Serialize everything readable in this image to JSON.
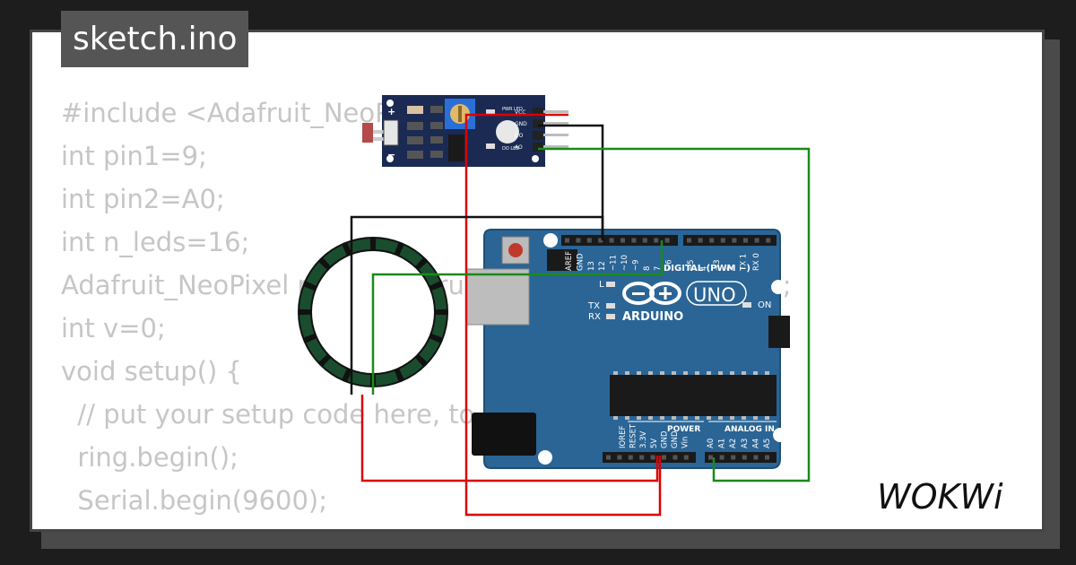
{
  "sketch_title": "sketch.ino",
  "code_lines": [
    "#include <Adafruit_NeoPixel.h>",
    "int pin1=9;",
    "int pin2=A0;",
    "int n_leds=16;",
    "Adafruit_NeoPixel ring= Adafruit_NeoPixel(n_leds, pin1);",
    "int v=0;",
    "void setup() {",
    "  // put your setup code here, to run once:",
    "  ring.begin();",
    "  Serial.begin(9600);",
    "}"
  ],
  "sensor": {
    "plus": "+",
    "minus": "−",
    "pwr_led": "PWR LED",
    "do_led": "DO LED",
    "pins": [
      "VCC",
      "GND",
      "DO",
      "AO"
    ]
  },
  "arduino": {
    "model": "UNO",
    "brand": "ARDUINO",
    "digital_label": "DIGITAL (PWM ~)",
    "power_label": "POWER",
    "analog_label": "ANALOG IN",
    "on_label": "ON",
    "l_label": "L",
    "tx_label": "TX",
    "rx_label": "RX",
    "top_pins": [
      "AREF",
      "GND",
      "13",
      "12",
      "~11",
      "~10",
      "~9",
      "8",
      "7",
      "~6",
      "~5",
      "4",
      "~3",
      "2",
      "TX 1",
      "RX 0"
    ],
    "power_pins": [
      "IOREF",
      "RESET",
      "3.3V",
      "5V",
      "GND",
      "GND",
      "Vin"
    ],
    "analog_pins": [
      "A0",
      "A1",
      "A2",
      "A3",
      "A4",
      "A5"
    ]
  },
  "logo_text": "WOKWi",
  "colors": {
    "board_blue": "#2a6596",
    "sensor_navy": "#1b2a52",
    "wire_red": "#dd0000",
    "wire_black": "#111111",
    "wire_green": "#1a8a1a",
    "ring_led": "#1a4d2e"
  }
}
